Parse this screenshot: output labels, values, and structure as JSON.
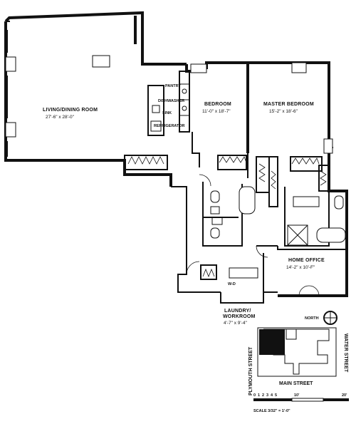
{
  "rooms": {
    "living": {
      "name": "LIVING/DINING ROOM",
      "dims": "27'-6\" x 28'-0\""
    },
    "bedroom": {
      "name": "BEDROOM",
      "dims": "11'-0\" x 18'-7\""
    },
    "master": {
      "name": "MASTER BEDROOM",
      "dims": "15'-2\" x 18'-6\""
    },
    "office": {
      "name": "HOME OFFICE",
      "dims": "14'-2\" x 10'-F\""
    },
    "laundry": {
      "name_line1": "LAUNDRY/",
      "name_line2": "WORKROOM",
      "dims": "4'-7\" x 9'-4\""
    }
  },
  "kitchen_labels": {
    "pantry": "PANTRY",
    "dishwasher": "DISHWASHER",
    "sink": "SINK",
    "refrigerator": "REFRIGERATOR"
  },
  "wd_label": "W-D",
  "key_map": {
    "north": "NORTH",
    "streets": {
      "west": "PLYMOUTH STREET",
      "east": "WATER STREET",
      "south": "MAIN STREET"
    }
  },
  "scale": {
    "ticks": [
      "0",
      "1",
      "2",
      "3",
      "4",
      "5"
    ],
    "mid": "10'",
    "end": "20'",
    "label": "SCALE 3/32\" = 1'-0\""
  }
}
